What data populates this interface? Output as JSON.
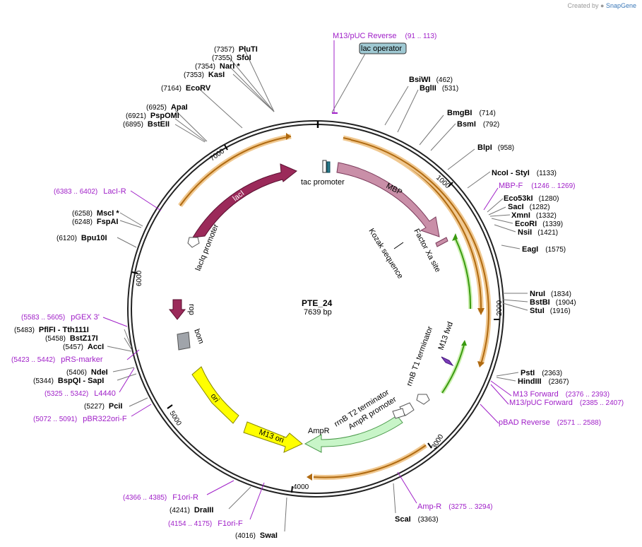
{
  "credit": {
    "prefix": "Created by",
    "brand": "SnapGene"
  },
  "map": {
    "name": "PTE_24",
    "length_label": "7639 bp",
    "tick_labels": [
      "1000",
      "2000",
      "3000",
      "4000",
      "5000",
      "6000",
      "7000"
    ]
  },
  "features": [
    {
      "label": "lacI",
      "color": "#9b2a5a"
    },
    {
      "label": "MBP",
      "color": "#c98fa8"
    },
    {
      "label": "rop",
      "color": "#9b2a5a"
    },
    {
      "label": "bom",
      "color": "#a0a4aa"
    },
    {
      "label": "ori",
      "color": "#ffff00"
    },
    {
      "label": "M13 ori",
      "color": "#ffff00"
    },
    {
      "label": "AmpR",
      "color": "#c8f5c8"
    },
    {
      "label": "lacIq promoter",
      "color": "#ffffff"
    },
    {
      "label": "tac promoter",
      "color": "#ffffff"
    },
    {
      "label": "Factor Xa site",
      "color": "#c98fa8"
    },
    {
      "label": "Kozak sequence",
      "color": "#000000"
    },
    {
      "label": "rrnB T1 terminator",
      "color": "#ffffff"
    },
    {
      "label": "rrnB T2 terminator",
      "color": "#ffffff"
    },
    {
      "label": "AmpR promoter",
      "color": "#ffffff"
    },
    {
      "label": "M13 fwd",
      "color": "#7a3cb8"
    },
    {
      "label": "lac operator",
      "color": "#9fc9d3"
    }
  ],
  "enzymes": [
    {
      "name": "PluTI",
      "pos": "(7357)"
    },
    {
      "name": "SfoI",
      "pos": "(7355)"
    },
    {
      "name": "NarI *",
      "pos": "(7354)"
    },
    {
      "name": "KasI",
      "pos": "(7353)"
    },
    {
      "name": "EcoRV",
      "pos": "(7164)"
    },
    {
      "name": "ApaI",
      "pos": "(6925)"
    },
    {
      "name": "PspOMI",
      "pos": "(6921)"
    },
    {
      "name": "BstEII",
      "pos": "(6895)"
    },
    {
      "name": "MscI *",
      "pos": "(6258)"
    },
    {
      "name": "FspAI",
      "pos": "(6248)"
    },
    {
      "name": "Bpu10I",
      "pos": "(6120)"
    },
    {
      "name": "BsiWI",
      "pos": "(462)"
    },
    {
      "name": "BglII",
      "pos": "(531)"
    },
    {
      "name": "BmgBI",
      "pos": "(714)"
    },
    {
      "name": "BsmI",
      "pos": "(792)"
    },
    {
      "name": "BlpI",
      "pos": "(958)"
    },
    {
      "name": "NcoI  - StyI",
      "pos": "(1133)"
    },
    {
      "name": "Eco53kI",
      "pos": "(1280)"
    },
    {
      "name": "SacI",
      "pos": "(1282)"
    },
    {
      "name": "XmnI",
      "pos": "(1332)"
    },
    {
      "name": "EcoRI",
      "pos": "(1339)"
    },
    {
      "name": "NsiI",
      "pos": "(1421)"
    },
    {
      "name": "EagI",
      "pos": "(1575)"
    },
    {
      "name": "NruI",
      "pos": "(1834)"
    },
    {
      "name": "BstBI",
      "pos": "(1904)"
    },
    {
      "name": "StuI",
      "pos": "(1916)"
    },
    {
      "name": "PstI",
      "pos": "(2363)"
    },
    {
      "name": "HindIII",
      "pos": "(2367)"
    },
    {
      "name": "ScaI",
      "pos": "(3363)"
    },
    {
      "name": "SwaI",
      "pos": "(4016)"
    },
    {
      "name": "DraIII",
      "pos": "(4241)"
    },
    {
      "name": "PciI",
      "pos": "(5227)"
    },
    {
      "name": "BspQI  - SapI",
      "pos": "(5344)"
    },
    {
      "name": "NdeI",
      "pos": "(5406)"
    },
    {
      "name": "AccI",
      "pos": "(5457)"
    },
    {
      "name": "BstZ17I",
      "pos": "(5458)"
    },
    {
      "name": "PflFI  - Tth111I",
      "pos": "(5483)"
    }
  ],
  "primers": [
    {
      "name": "M13/pUC Reverse",
      "pos": "(91 .. 113)"
    },
    {
      "name": "MBP-F",
      "pos": "(1246 .. 1269)"
    },
    {
      "name": "M13 Forward",
      "pos": "(2376 .. 2393)"
    },
    {
      "name": "M13/pUC Forward",
      "pos": "(2385 .. 2407)"
    },
    {
      "name": "pBAD Reverse",
      "pos": "(2571 .. 2588)"
    },
    {
      "name": "Amp-R",
      "pos": "(3275 .. 3294)"
    },
    {
      "name": "F1ori-F",
      "pos": "(4154 .. 4175)"
    },
    {
      "name": "F1ori-R",
      "pos": "(4366 .. 4385)"
    },
    {
      "name": "pBR322ori-F",
      "pos": "(5072 .. 5091)"
    },
    {
      "name": "L4440",
      "pos": "(5325 .. 5342)"
    },
    {
      "name": "pRS-marker",
      "pos": "(5423 .. 5442)"
    },
    {
      "name": "pGEX 3'",
      "pos": "(5583 .. 5605)"
    },
    {
      "name": "LacI-R",
      "pos": "(6383 .. 6402)"
    }
  ]
}
